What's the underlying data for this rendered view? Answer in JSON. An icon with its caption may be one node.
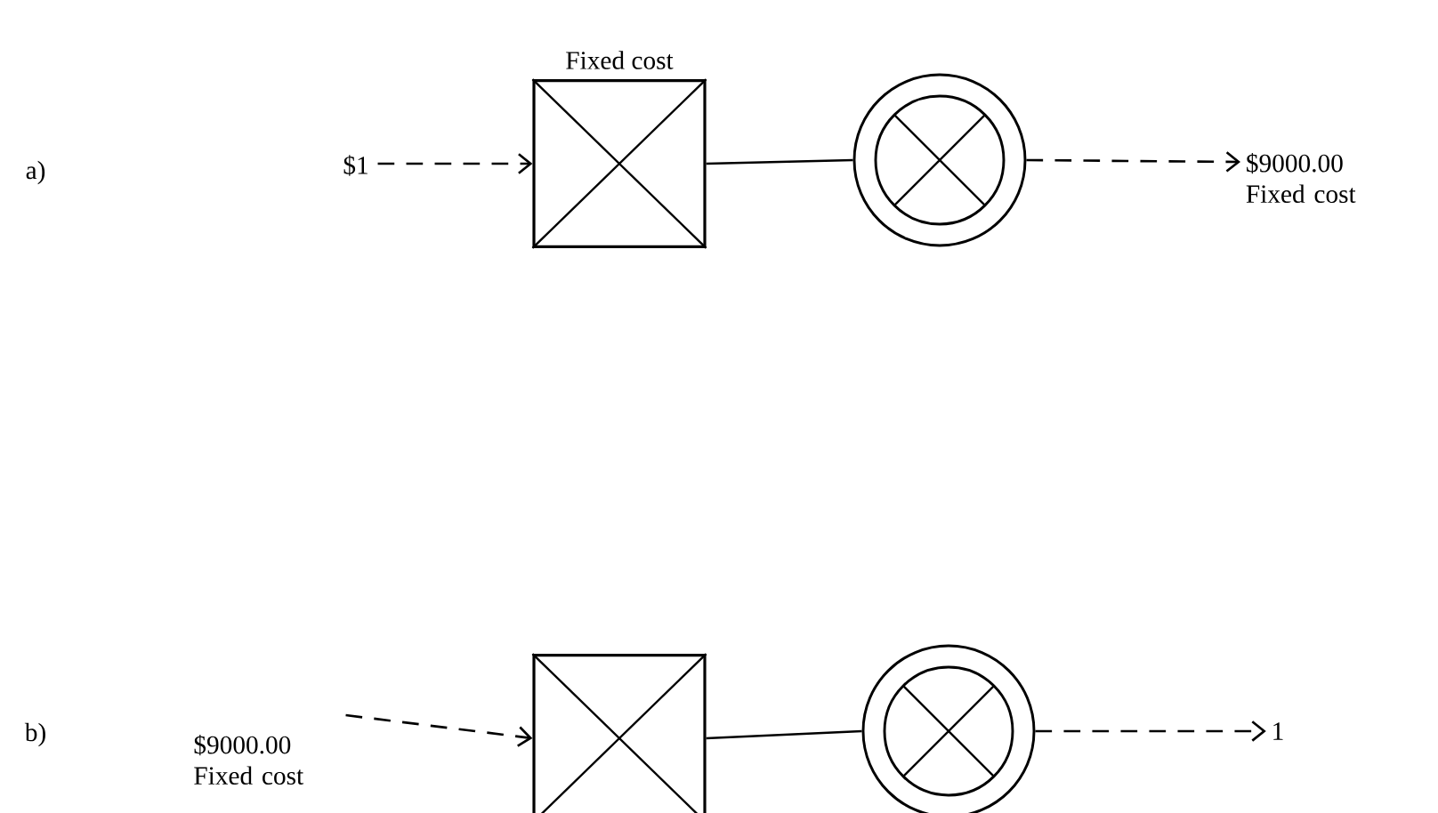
{
  "diagram": {
    "nodes": [
      {
        "text": [
          "$1"
        ]
      },
      {
        "text": [
          "Fixed cost"
        ]
      },
      {
        "text": [],
        "shape": "circle"
      },
      {
        "text": [
          "$9000.00 Fixed cost"
        ]
      },
      {
        "text": [
          "$9000.00 Fixed cost"
        ]
      },
      {
        "text": [],
        "shape": "box"
      },
      {
        "text": [],
        "shape": "circle"
      },
      {
        "text": [
          "1"
        ]
      }
    ],
    "edges": [
      {
        "from": 0,
        "to": 1,
        "arrow": "to",
        "style": "dashed"
      },
      {
        "from": 1,
        "to": 2,
        "arrow": "none"
      },
      {
        "from": 2,
        "to": 3,
        "arrow": "to",
        "style": "dashed"
      },
      {
        "from": 4,
        "to": 5,
        "arrow": "to",
        "style": "dashed"
      },
      {
        "from": 5,
        "to": 6,
        "arrow": "none"
      },
      {
        "from": 6,
        "to": 7,
        "arrow": "to",
        "style": "dashed"
      }
    ],
    "labels": [
      "a)",
      "b)"
    ]
  }
}
